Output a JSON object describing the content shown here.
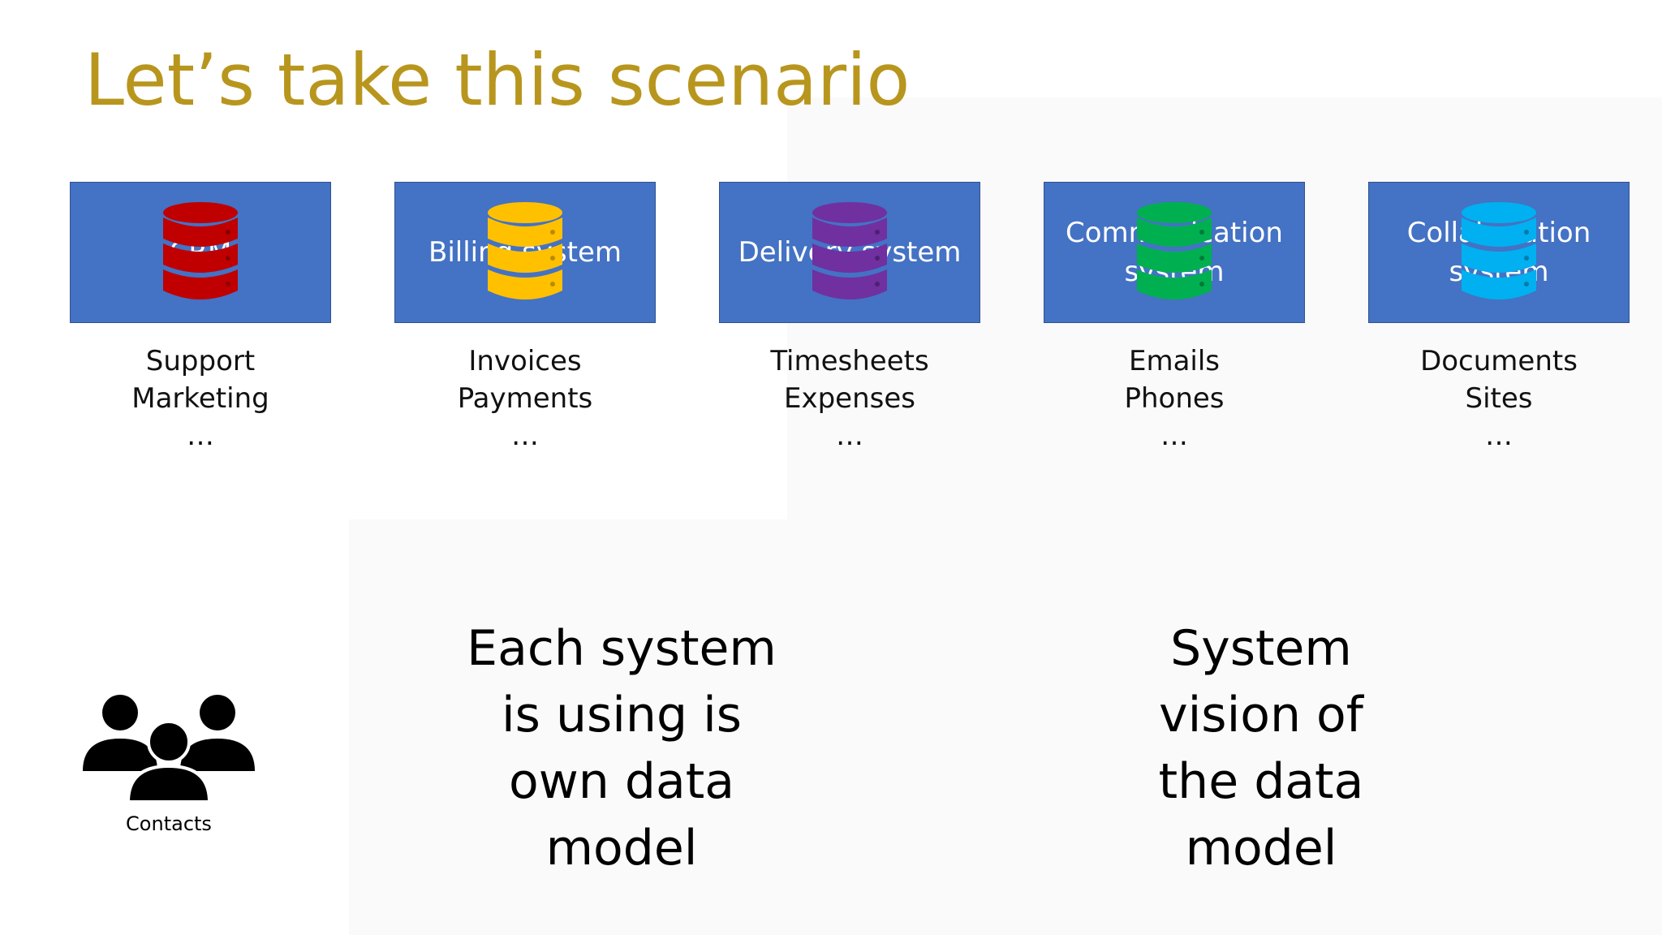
{
  "slide": {
    "title": "Let’s take this scenario"
  },
  "systems": [
    {
      "name": "CRM",
      "color": "#c00000",
      "icon": "database-icon",
      "data": [
        "Support",
        "Marketing",
        "…"
      ]
    },
    {
      "name": "Billing system",
      "color": "#ffc000",
      "icon": "database-icon",
      "data": [
        "Invoices",
        "Payments",
        "…"
      ]
    },
    {
      "name": "Delivery system",
      "color": "#7030a0",
      "icon": "database-icon",
      "data": [
        "Timesheets",
        "Expenses",
        "…"
      ]
    },
    {
      "name": "Communication system",
      "color": "#00b050",
      "icon": "database-icon",
      "data": [
        "Emails",
        "Phones",
        "…"
      ]
    },
    {
      "name": "Collaboration system",
      "color": "#00b0f0",
      "icon": "database-icon",
      "data": [
        "Documents",
        "Sites",
        "…"
      ]
    }
  ],
  "contacts": {
    "label": "Contacts",
    "icon": "people-group-icon"
  },
  "statements": {
    "left": [
      "Each system",
      "is using is",
      "own data",
      "model"
    ],
    "right": [
      "System",
      "vision of",
      "the data",
      "model"
    ]
  },
  "colors": {
    "title": "#b8961e",
    "box_fill": "#4472c4",
    "box_border": "#2f528f"
  }
}
